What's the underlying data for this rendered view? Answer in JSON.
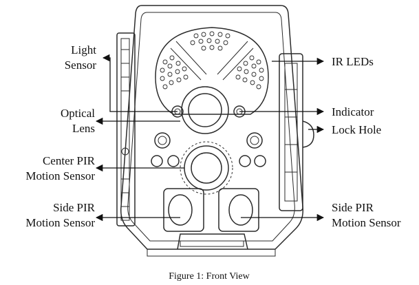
{
  "labels": {
    "light_sensor": [
      "Light",
      "Sensor"
    ],
    "ir_leds": "IR LEDs",
    "optical_lens": [
      "Optical",
      "Lens"
    ],
    "indicator": "Indicator",
    "lock_hole": "Lock Hole",
    "center_pir": [
      "Center PIR",
      "Motion Sensor"
    ],
    "side_pir_left": [
      "Side PIR",
      "Motion Sensor"
    ],
    "side_pir_right": [
      "Side PIR",
      "Motion Sensor"
    ]
  },
  "caption": "Figure 1: Front View"
}
